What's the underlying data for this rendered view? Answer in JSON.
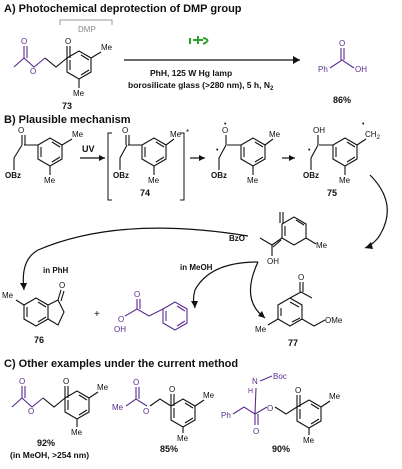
{
  "section_a": {
    "title": "A) Photochemical deprotection of DMP group",
    "dmp_label": "DMP",
    "compound_label": "73",
    "conditions_line1": "PhH, 125 W Hg lamp",
    "conditions_line2": "borosilicate glass (>280 nm), 5 h, N",
    "conditions_line2_sub": "2",
    "yield": "86%",
    "atom_labels": {
      "o": "O",
      "oh": "OH",
      "ph": "Ph",
      "me": "Me"
    }
  },
  "section_b": {
    "title": "B) Plausible mechanism",
    "uv_label": "UV",
    "obz": "OBz",
    "bzo": "BzO",
    "oh": "OH",
    "o": "O",
    "me": "Me",
    "ch2": "CH",
    "ch2_sub": "2",
    "ome": "OMe",
    "plus": "+",
    "compound_74": "74",
    "compound_75": "75",
    "compound_76": "76",
    "compound_77": "77",
    "in_phh": "in PhH",
    "in_meoh": "in MeOH"
  },
  "section_c": {
    "title": "C) Other examples under the current method",
    "yield_1": "92%",
    "yield_1_note": "(in MeOH, >254 nm)",
    "yield_2": "85%",
    "yield_3": "90%",
    "boc": "Boc",
    "nh": "N",
    "h": "H",
    "ph": "Ph",
    "me": "Me",
    "o": "O"
  },
  "colors": {
    "accent": "#5b2c8e",
    "lamp": "#2e9e2e",
    "bracket": "#9a9a9a"
  }
}
